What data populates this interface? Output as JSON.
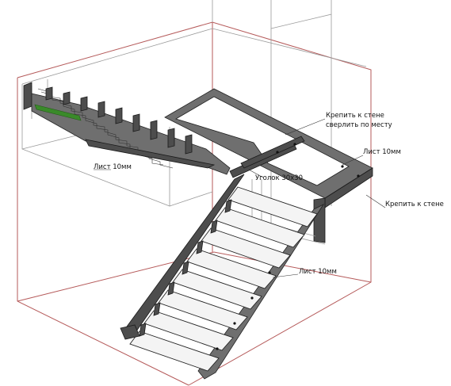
{
  "annotations": {
    "wall_mount": "Крепить к стене",
    "drill_in_place": "сверлить по месту",
    "sheet_right": "Лист 10мм",
    "angle": "Уголок 30х30",
    "wall_mount_2": "Крепить к стене",
    "sheet_middle": "Лист 10мм",
    "sheet_left": "Лист 10мм"
  },
  "colors": {
    "wireframe_red": "#b55a5a",
    "wireframe_gray": "#9a9a9a",
    "steel": "#6f6f6f",
    "tread": "#f4f4f4",
    "accent_green": "#3a8a2a"
  }
}
